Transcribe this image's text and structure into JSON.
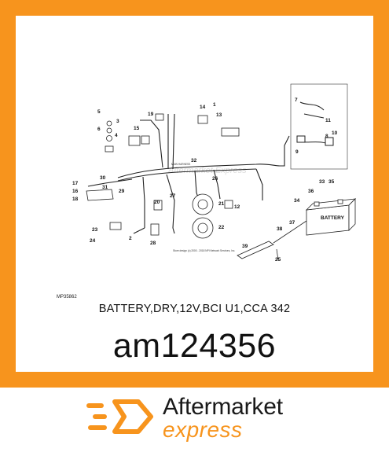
{
  "product": {
    "description": "BATTERY,DRY,12V,BCI U1,CCA 342",
    "part_number": "am124356"
  },
  "diagram": {
    "figure_code": "MP35862",
    "watermark": "Aftermarket Express",
    "callouts": [
      "1",
      "2",
      "3",
      "4",
      "5",
      "6",
      "7",
      "8",
      "9",
      "10",
      "11",
      "12",
      "13",
      "14",
      "15",
      "16",
      "17",
      "18",
      "19",
      "20",
      "21",
      "22",
      "23",
      "24",
      "25",
      "26",
      "27",
      "28",
      "29",
      "30",
      "31",
      "32",
      "33",
      "34",
      "35",
      "36",
      "37",
      "38",
      "39"
    ],
    "battery_label": "BATTERY",
    "harness_label": "MAIN HARNESS",
    "copyright_note": "Store design (c) 2000 - 2018 NPI Network Services, Inc."
  },
  "brand": {
    "name_line1": "Aftermarket",
    "name_line2": "express",
    "accent_color": "#f7941d",
    "icon": "hexagon-arrow-logo-icon"
  }
}
